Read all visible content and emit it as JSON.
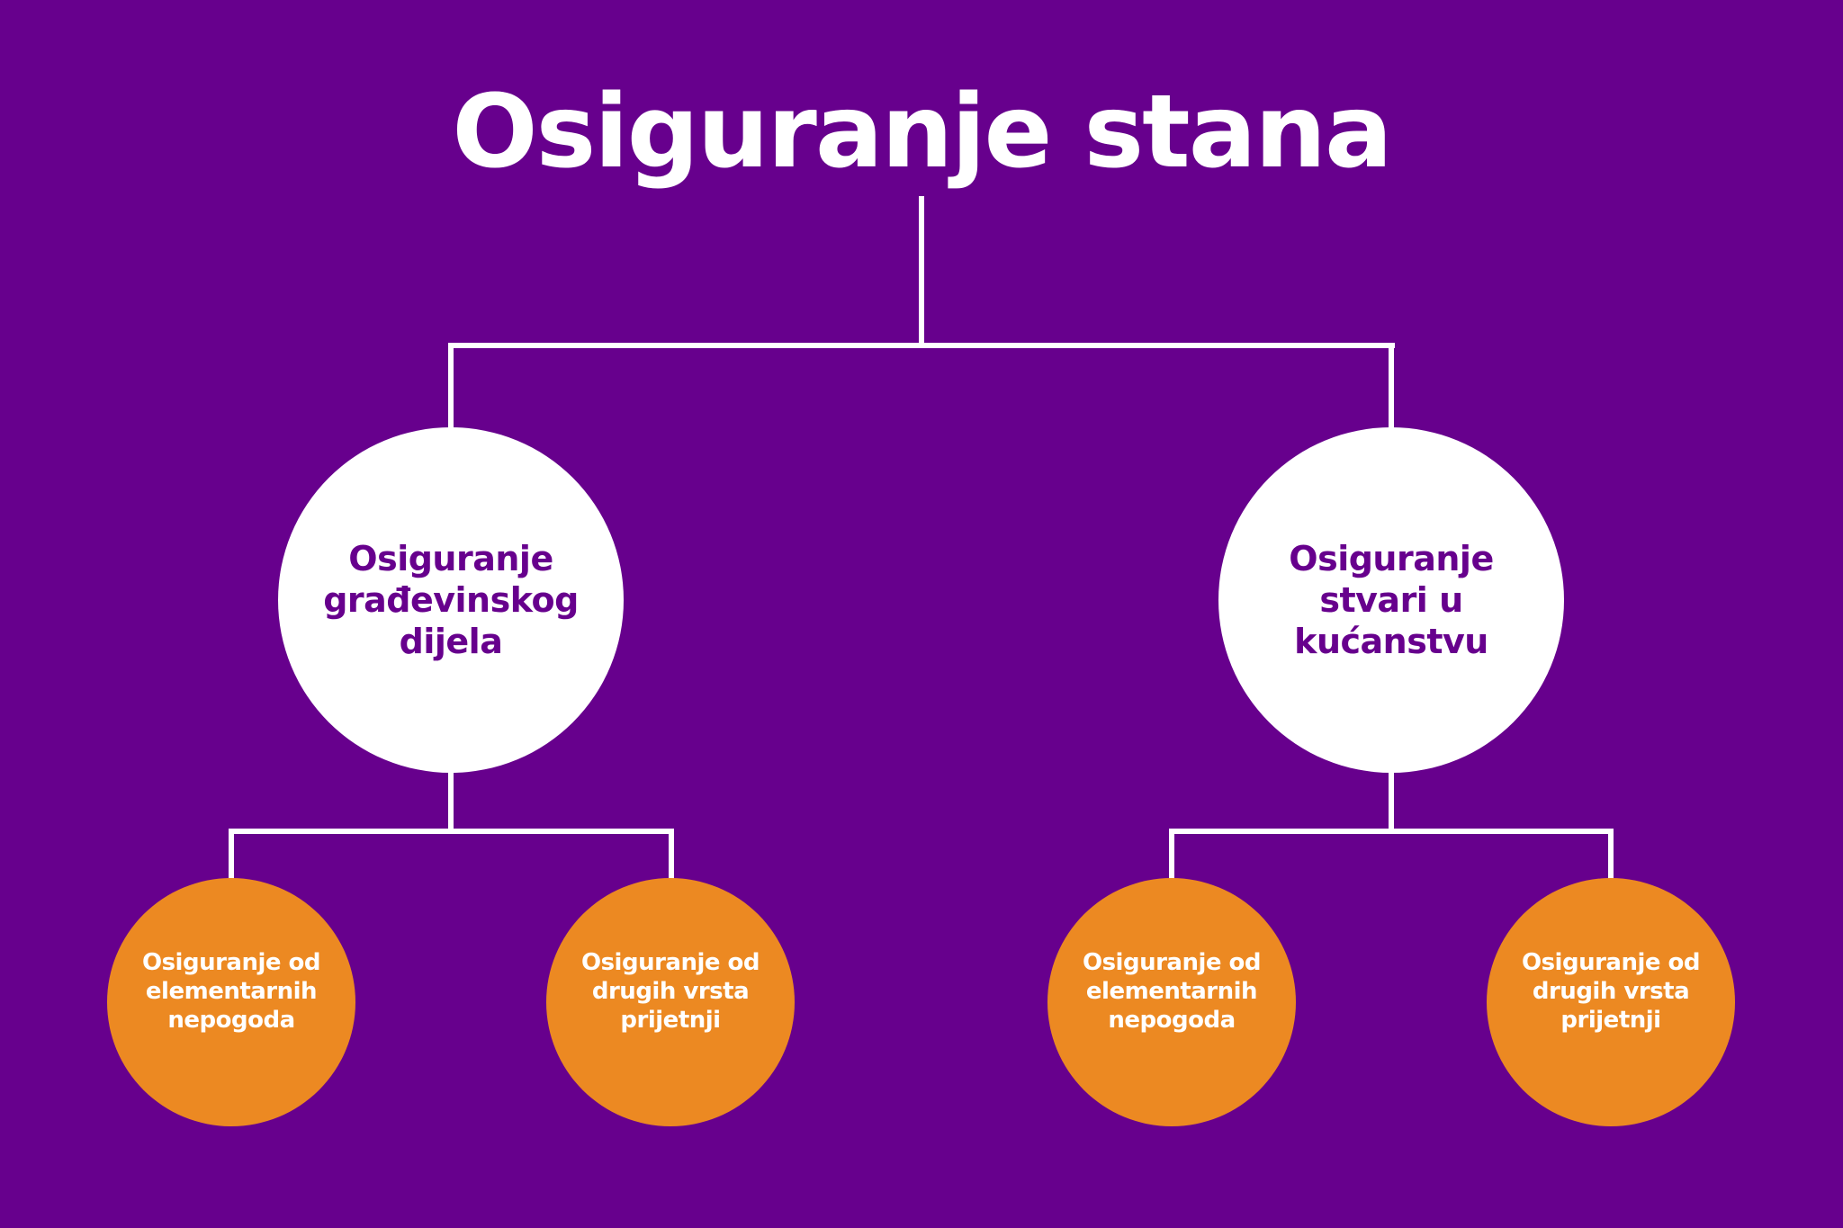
{
  "colors": {
    "background": "#67008d",
    "primary_node": "#ffffff",
    "primary_text": "#67008d",
    "secondary_node": "#ec8922",
    "secondary_text": "#ffffff",
    "connector": "#ffffff"
  },
  "title": "Osiguranje stana",
  "branches": [
    {
      "label": "Osiguranje\ngrađevinskog\ndijela",
      "children": [
        {
          "label": "Osiguranje od\nelementarnih\nnepogoda"
        },
        {
          "label": "Osiguranje od\ndrugih vrsta\nprijetnji"
        }
      ]
    },
    {
      "label": "Osiguranje\nstvari u\nkućanstvu",
      "children": [
        {
          "label": "Osiguranje od\nelementarnih\nnepogoda"
        },
        {
          "label": "Osiguranje od\ndrugih vrsta\nprijetnji"
        }
      ]
    }
  ]
}
